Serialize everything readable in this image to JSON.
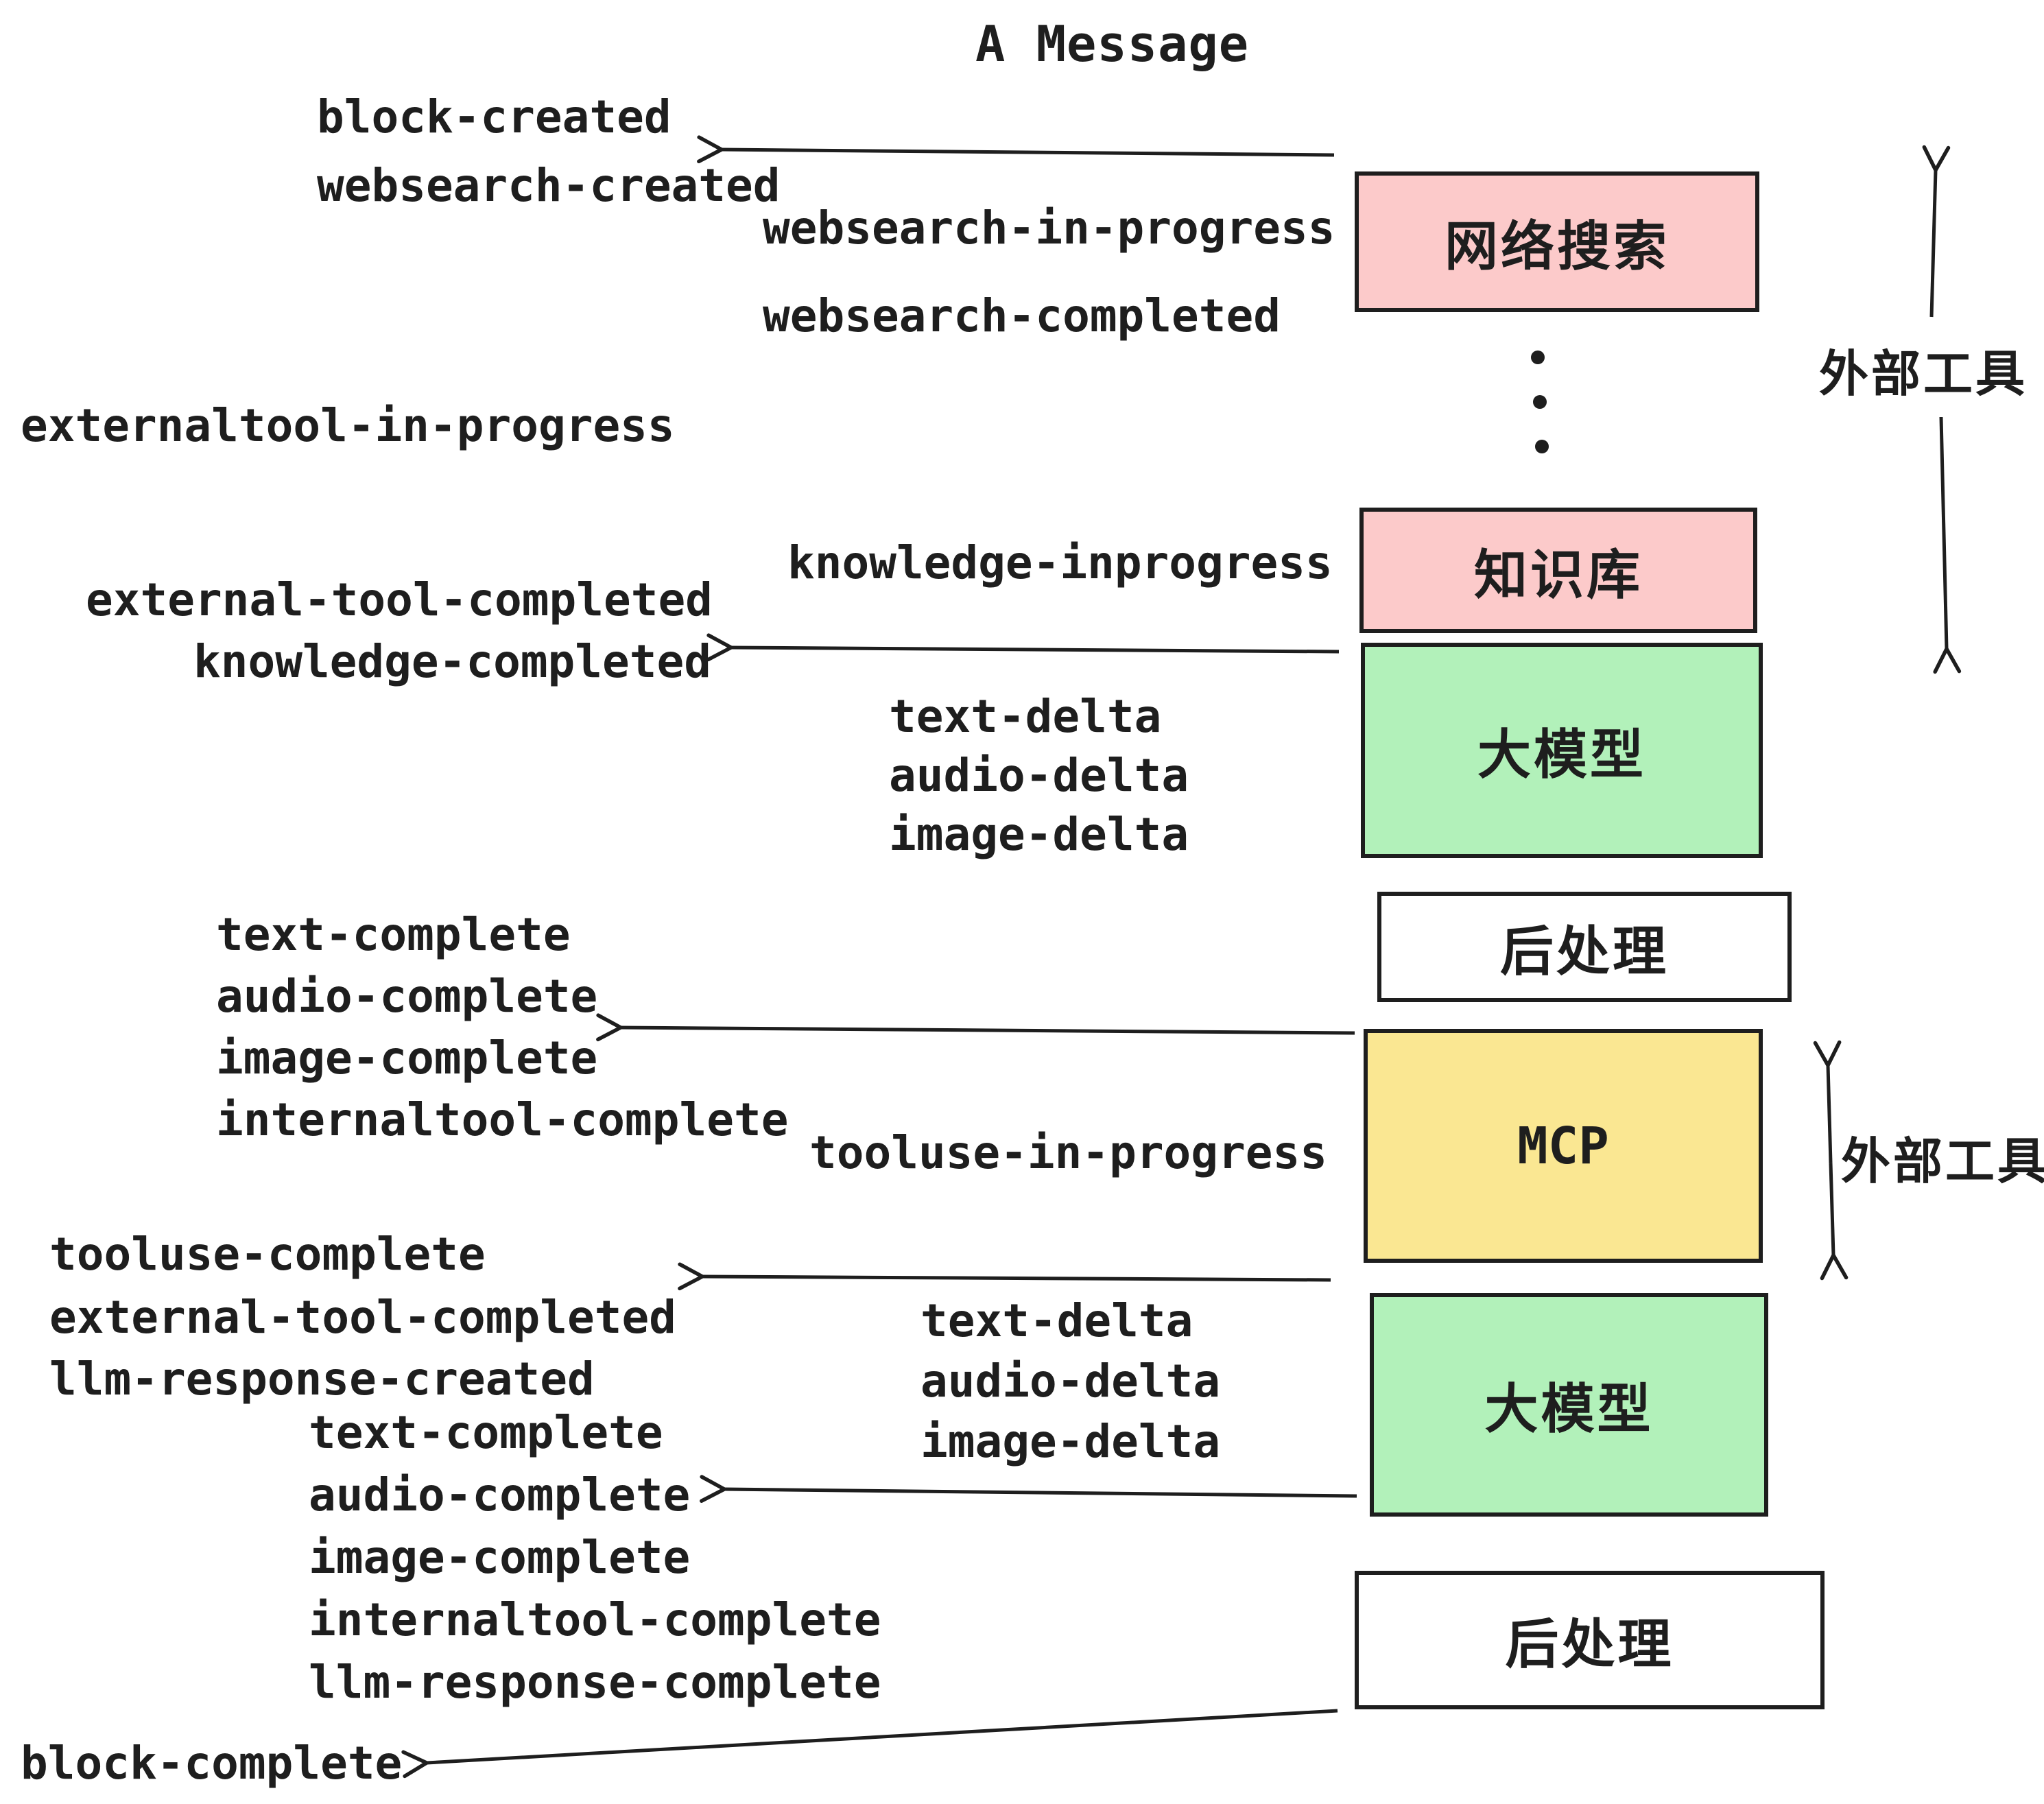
{
  "title": "A Message",
  "colors": {
    "stroke": "#1e1e1e",
    "box_pink": "#fccaca",
    "box_green": "#b2f1ba",
    "box_yellow": "#fae792",
    "box_white": "#ffffff",
    "background": "#ffffff"
  },
  "boxes": [
    {
      "id": "websearch",
      "label": "网络搜索"
    },
    {
      "id": "knowledge",
      "label": "知识库"
    },
    {
      "id": "llm-1",
      "label": "大模型"
    },
    {
      "id": "post-1",
      "label": "后处理"
    },
    {
      "id": "mcp",
      "label": "MCP"
    },
    {
      "id": "llm-2",
      "label": "大模型"
    },
    {
      "id": "post-2",
      "label": "后处理"
    }
  ],
  "events": [
    {
      "text": "block-created"
    },
    {
      "text": "websearch-created"
    },
    {
      "text": "websearch-in-progress"
    },
    {
      "text": "websearch-completed"
    },
    {
      "text": "externaltool-in-progress"
    },
    {
      "text": "knowledge-inprogress"
    },
    {
      "text": "external-tool-completed"
    },
    {
      "text": "knowledge-completed"
    },
    {
      "text": "text-delta"
    },
    {
      "text": "audio-delta"
    },
    {
      "text": "image-delta"
    },
    {
      "text": "text-complete"
    },
    {
      "text": "audio-complete"
    },
    {
      "text": "image-complete"
    },
    {
      "text": "internaltool-complete"
    },
    {
      "text": "tooluse-in-progress"
    },
    {
      "text": "tooluse-complete"
    },
    {
      "text": "external-tool-completed"
    },
    {
      "text": "llm-response-created"
    },
    {
      "text": "text-delta"
    },
    {
      "text": "audio-delta"
    },
    {
      "text": "image-delta"
    },
    {
      "text": "text-complete"
    },
    {
      "text": "audio-complete"
    },
    {
      "text": "image-complete"
    },
    {
      "text": "internaltool-complete"
    },
    {
      "text": "llm-response-complete"
    },
    {
      "text": "block-complete"
    }
  ],
  "side_labels": [
    {
      "text": "外部工具"
    },
    {
      "text": "外部工具"
    }
  ]
}
